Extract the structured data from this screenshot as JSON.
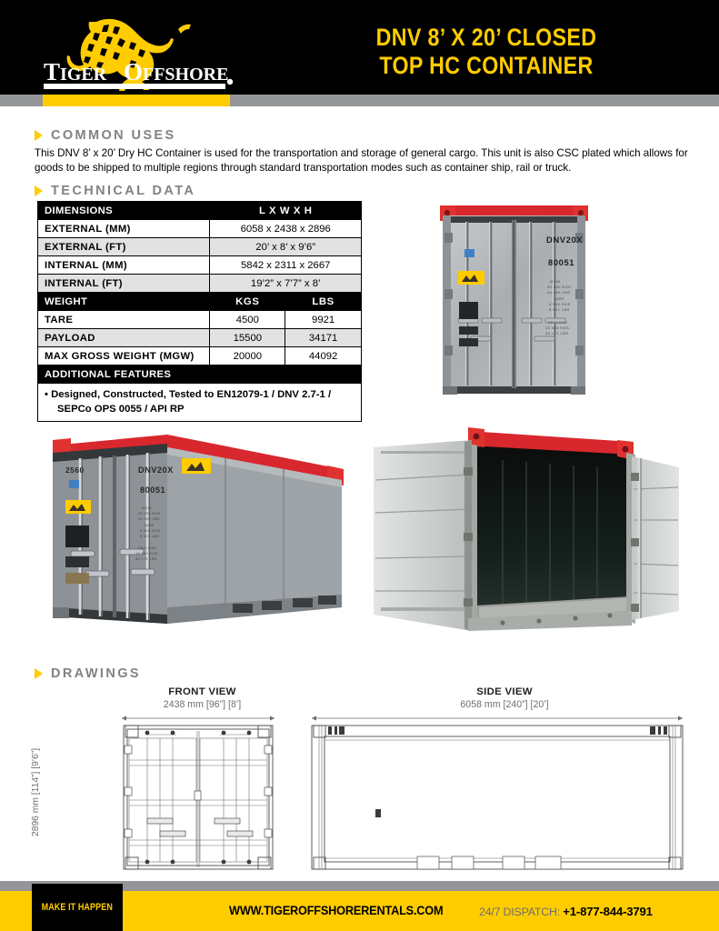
{
  "header": {
    "logo_primary": "TIGER",
    "logo_secondary": "OFFSHORE",
    "logo_mark": "tiger-logo",
    "title_line1": "DNV 8’ X 20’ CLOSED",
    "title_line2": "TOP HC CONTAINER",
    "accent_yellow": "#FFCC00",
    "bar_gray": "#939598",
    "background": "#000000"
  },
  "sections": {
    "common_uses": "COMMON USES",
    "technical_data": "TECHNICAL DATA",
    "drawings": "DRAWINGS"
  },
  "intro": {
    "line1": "This DNV 8’ x 20’ Dry HC Container is used for the transportation and storage of general cargo. This unit is also CSC plated which allows for goods to",
    "line2": "be shipped to multiple regions through standard transportation modes such as container ship, rail or truck."
  },
  "table": {
    "dimensions_header_label": "DIMENSIONS",
    "dimensions_header_value": "L X W X H",
    "dimension_rows": [
      {
        "label": "EXTERNAL (MM)",
        "value": "6058 x 2438 x 2896"
      },
      {
        "label": "EXTERNAL (FT)",
        "value": "20’ x 8’ x 9’6”"
      },
      {
        "label": "INTERNAL (MM)",
        "value": "5842 x 2311 x 2667"
      },
      {
        "label": "INTERNAL (FT)",
        "value": "19’2” x 7’7” x 8’"
      }
    ],
    "weight_header_label": "WEIGHT",
    "weight_header_kgs": "KGS",
    "weight_header_lbs": "LBS",
    "weight_rows": [
      {
        "label": "TARE",
        "kgs": "4500",
        "lbs": "9921"
      },
      {
        "label": "PAYLOAD",
        "kgs": "15500",
        "lbs": "34171"
      },
      {
        "label": "MAX GROSS WEIGHT (MGW)",
        "kgs": "20000",
        "lbs": "44092"
      }
    ],
    "additional_features_header": "ADDITIONAL FEATURES",
    "additional_features": [
      "•  Designed, Constructed, Tested to EN12079-1 / DNV 2.7-1 /",
      "SEPCo OPS 0055 /  API RP"
    ]
  },
  "photos": {
    "doors_closed_front": {
      "name": "container-front-doors-photo",
      "marking_code": "DNV20X",
      "marking_number": "80051"
    },
    "three_quarter": {
      "name": "container-three-quarter-photo",
      "marking_code": "DNV20X",
      "marking_number": "80051",
      "corner_code": "2560"
    },
    "doors_open": {
      "name": "container-doors-open-photo"
    }
  },
  "drawings": {
    "front": {
      "title": "FRONT VIEW",
      "width_label": "2438 mm [96”] [8’]",
      "height_label": "2896 mm [114”] [9’6”]"
    },
    "side": {
      "title": "SIDE VIEW",
      "length_label": "6058 mm [240”] [20’]"
    }
  },
  "footer": {
    "tagline": "MAKE IT HAPPEN",
    "website": "WWW.TIGEROFFSHORERENTALS.COM",
    "dispatch_label": "24/7 DISPATCH:",
    "dispatch_phone": "+1-877-844-3791"
  }
}
